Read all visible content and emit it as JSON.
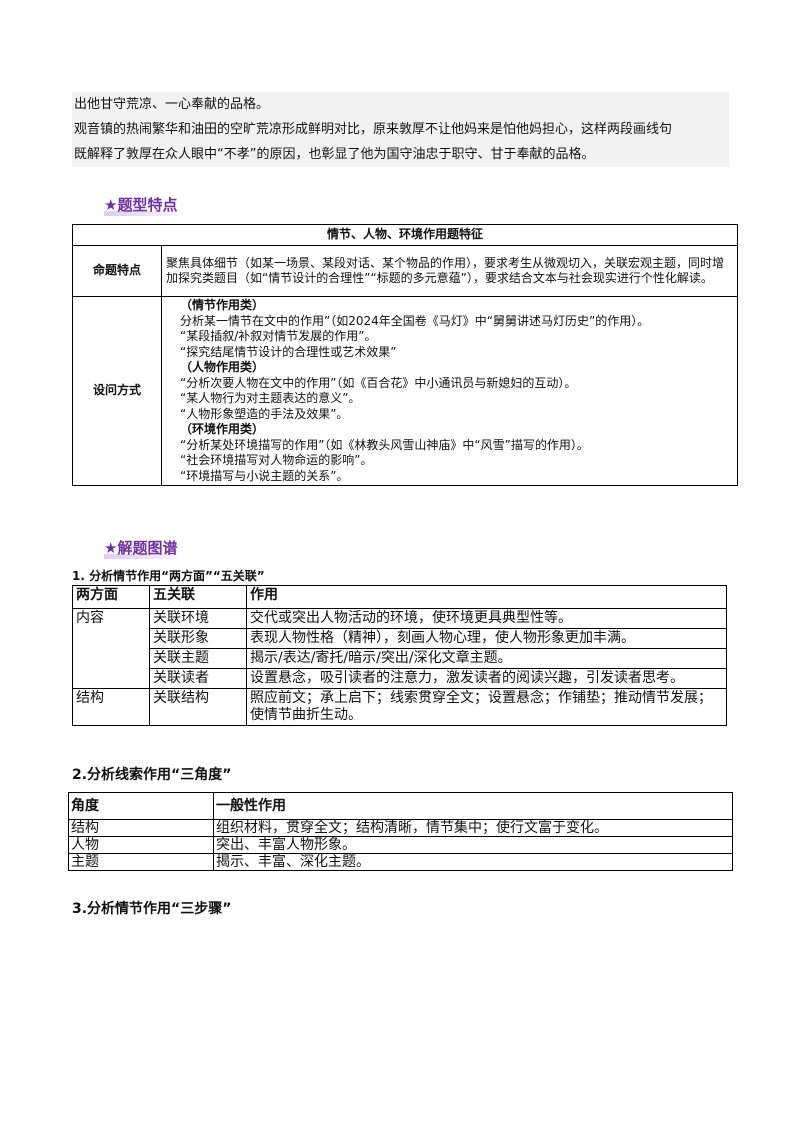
{
  "intro": {
    "line1": "出他甘守荒凉、一心奉献的品格。",
    "line2": "观音镇的热闹繁华和油田的空旷荒凉形成鲜明对比，原来敦厚不让他妈来是怕他妈担心，这样两段画线句",
    "line3": "既解释了敦厚在众人眼中“不孝”的原因，也彰显了他为国守油忠于职守、甘于奉献的品格。"
  },
  "section1": {
    "heading": "★题型特点"
  },
  "table1": {
    "title": "情节、人物、环境作用题特征",
    "row1": {
      "label": "命题特点",
      "content": "聚焦具体细节（如某一场景、某段对话、某个物品的作用），要求考生从微观切入，关联宏观主题，同时增加探究类题目（如“情节设计的合理性”“标题的多元意蕴”），要求结合文本与社会现实进行个性化解读。"
    },
    "row2": {
      "label": "设问方式",
      "lines": [
        {
          "text": "（情节作用类）",
          "bold": true,
          "indent": "  "
        },
        {
          "text": "分析某一情节在文中的作用”（如2024年全国卷《马灯》中“舅舅讲述马灯历史”的作用）。",
          "indent": "  "
        },
        {
          "text": "“某段插叙/补叙对情节发展的作用”。",
          "indent": "  "
        },
        {
          "text": "“探究结尾情节设计的合理性或艺术效果”",
          "indent": "  "
        },
        {
          "text": "（人物作用类）",
          "bold": true,
          "indent": "  "
        },
        {
          "text": "“分析次要人物在文中的作用”（如《百合花》中小通讯员与新媳妇的互动）。",
          "indent": "  "
        },
        {
          "text": "“某人物行为对主题表达的意义”。",
          "indent": "  "
        },
        {
          "text": "“人物形象塑造的手法及效果”。",
          "indent": "  "
        },
        {
          "text": "（环境作用类）",
          "bold": true,
          "indent": "  "
        },
        {
          "text": "“分析某处环境描写的作用”（如《林教头风雪山神庙》中“风雪”描写的作用）。",
          "indent": "  "
        },
        {
          "text": "“社会环境描写对人物命运的影响”。",
          "indent": "  "
        },
        {
          "text": "“环境描写与小说主题的关系”。",
          "indent": "  "
        }
      ]
    }
  },
  "section2": {
    "heading": "★解题图谱"
  },
  "sub1": {
    "title": "1.  分析情节作用“两方面”“五关联”"
  },
  "table2": {
    "headers": [
      "两方面",
      "五关联",
      "作用"
    ],
    "content_label": "内容",
    "structure_label": "结构",
    "rows": [
      {
        "link": "关联环境",
        "effect": "交代或突出人物活动的环境，使环境更具典型性等。"
      },
      {
        "link": "关联形象",
        "effect": "表现人物性格（精神），刻画人物心理，使人物形象更加丰满。"
      },
      {
        "link": "关联主题",
        "effect": "揭示/表达/寄托/暗示/突出/深化文章主题。"
      },
      {
        "link": "关联读者",
        "effect": "设置悬念，吸引读者的注意力，激发读者的阅读兴趣，引发读者思考。"
      },
      {
        "link": "关联结构",
        "effect": "照应前文；承上启下；线索贯穿全文；设置悬念；作铺垫；推动情节发展；使情节曲折生动。"
      }
    ]
  },
  "sub2": {
    "title": "2.分析线索作用“三角度”"
  },
  "table3": {
    "headers": [
      "角度",
      "一般性作用"
    ],
    "rows": [
      {
        "angle": "结构",
        "effect": "组织材料，贯穿全文；结构清晰，情节集中；使行文富于变化。"
      },
      {
        "angle": "人物",
        "effect": "突出、丰富人物形象。"
      },
      {
        "angle": "主题",
        "effect": "揭示、丰富、深化主题。"
      }
    ]
  },
  "sub3": {
    "title": "3.分析情节作用“三步骤”"
  },
  "colors": {
    "heading": "#7030a0",
    "highlight": "#f2f2f2"
  }
}
